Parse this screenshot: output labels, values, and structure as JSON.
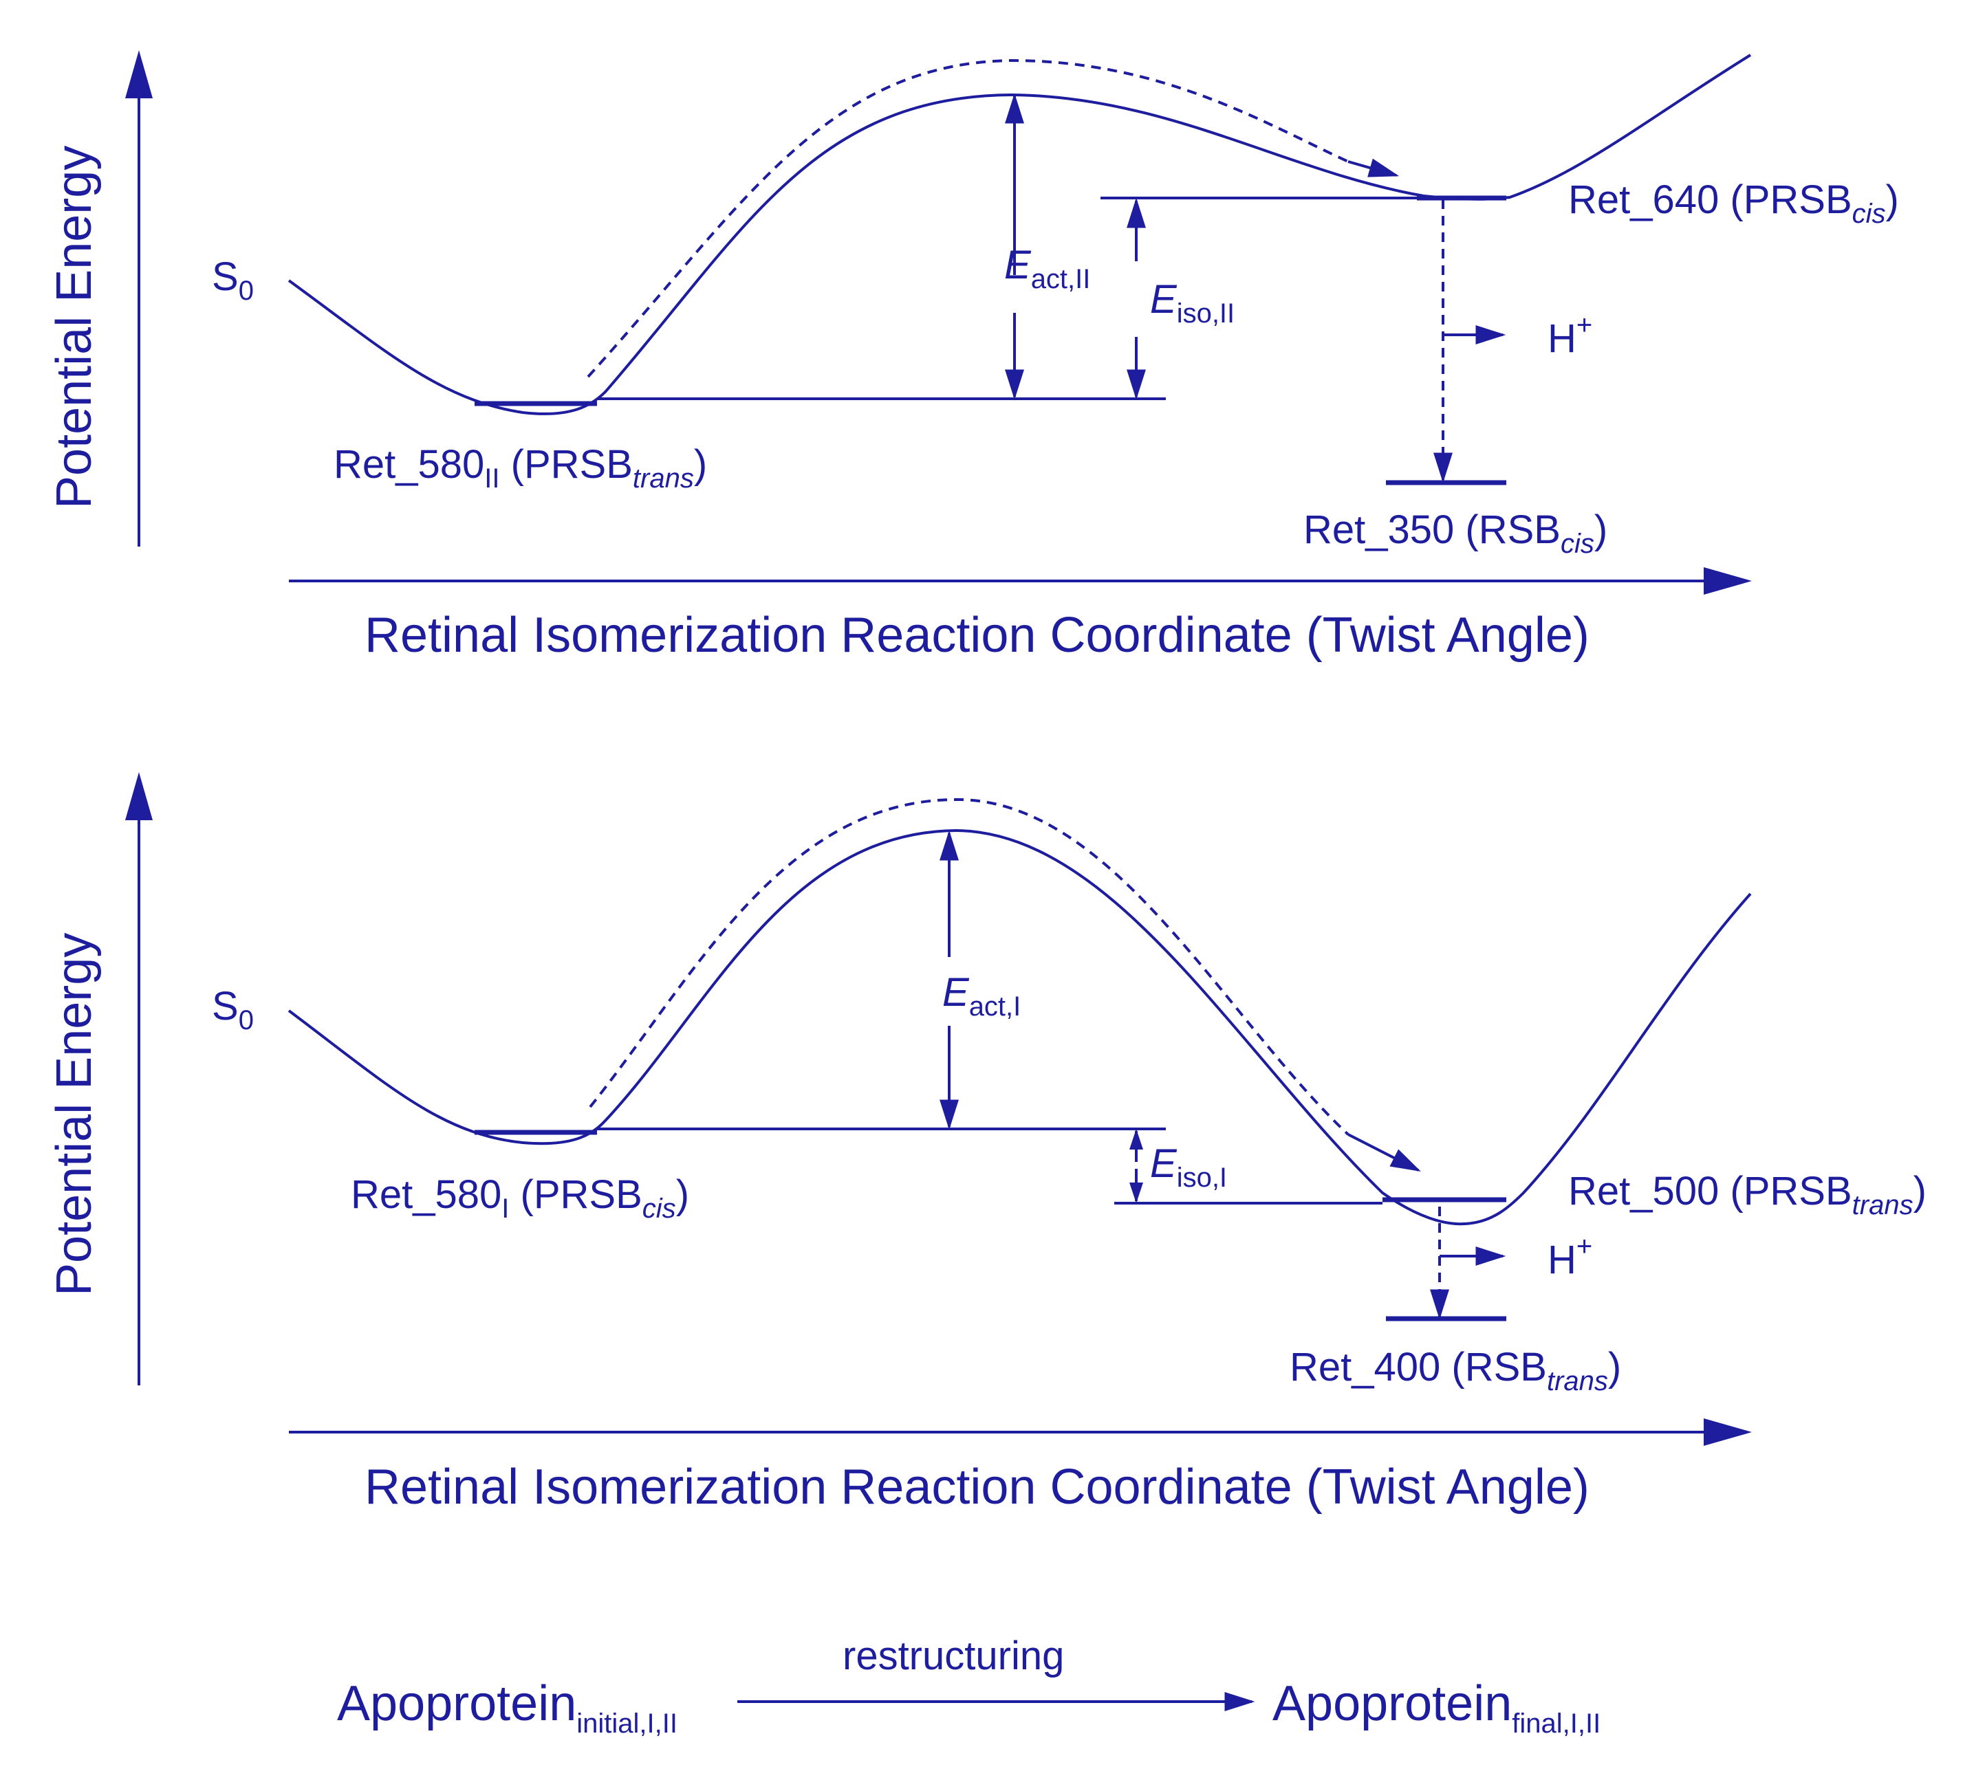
{
  "colors": {
    "ink": "#1d1d9e",
    "background": "#ffffff"
  },
  "panel_top": {
    "y_axis_label": "Potential Energy",
    "x_axis_label": "Retinal Isomerization Reaction Coordinate (Twist Angle)",
    "state_label": "S",
    "state_sub": "0",
    "left_min": {
      "main": "Ret_580",
      "sub": "II",
      "paren_open": " (PRSB",
      "paren_sub": "trans",
      "paren_close": ")"
    },
    "right_min": {
      "main": "Ret_640 (PRSB",
      "paren_sub": "cis",
      "paren_close": ")"
    },
    "product": {
      "main": "Ret_350 (RSB",
      "paren_sub": "cis",
      "paren_close": ")"
    },
    "e_act": {
      "main": "E",
      "sub": "act,II"
    },
    "e_iso": {
      "main": "E",
      "sub": "iso,II"
    },
    "proton": {
      "main": "H",
      "sup": "+"
    }
  },
  "panel_bottom": {
    "y_axis_label": "Potential Energy",
    "x_axis_label": "Retinal Isomerization Reaction Coordinate (Twist Angle)",
    "state_label": "S",
    "state_sub": "0",
    "left_min": {
      "main": "Ret_580",
      "sub": "I",
      "paren_open": " (PRSB",
      "paren_sub": "cis",
      "paren_close": ")"
    },
    "right_min": {
      "main": "Ret_500 (PRSB",
      "paren_sub": "trans",
      "paren_close": ")"
    },
    "product": {
      "main": "Ret_400 (RSB",
      "paren_sub": "trans",
      "paren_close": ")"
    },
    "e_act": {
      "main": "E",
      "sub": "act,I"
    },
    "e_iso": {
      "main": "E",
      "sub": "iso,I"
    },
    "proton": {
      "main": "H",
      "sup": "+"
    }
  },
  "restructuring": {
    "initial": {
      "main": "Apoprotein",
      "sub": "initial,I,II"
    },
    "final": {
      "main": "Apoprotein",
      "sub": "final,I,II"
    },
    "arrow_label": "restructuring"
  }
}
